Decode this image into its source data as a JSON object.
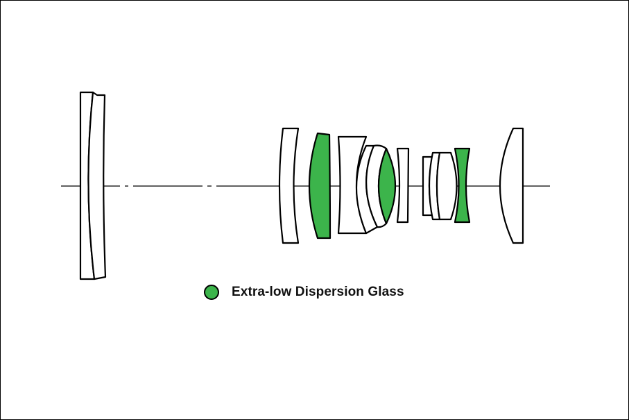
{
  "legend": {
    "ed_glass_label": "Extra-low Dispersion Glass",
    "ed_glass_color": "#3cb44b"
  },
  "colors": {
    "outline": "#000000",
    "plain_glass_fill": "#ffffff",
    "ed_glass_fill": "#3cb44b"
  },
  "lens_elements": [
    {
      "id": "element-1",
      "glass": "plain"
    },
    {
      "id": "element-2",
      "glass": "plain"
    },
    {
      "id": "element-3",
      "glass": "plain"
    },
    {
      "id": "element-4",
      "glass": "ed"
    },
    {
      "id": "element-5",
      "glass": "plain"
    },
    {
      "id": "element-6",
      "glass": "plain"
    },
    {
      "id": "element-7",
      "glass": "plain"
    },
    {
      "id": "element-8",
      "glass": "ed"
    },
    {
      "id": "element-9",
      "glass": "plain"
    },
    {
      "id": "element-10",
      "glass": "plain"
    },
    {
      "id": "element-11",
      "glass": "plain"
    },
    {
      "id": "element-12",
      "glass": "plain"
    },
    {
      "id": "element-13",
      "glass": "ed"
    },
    {
      "id": "element-14",
      "glass": "plain"
    }
  ]
}
